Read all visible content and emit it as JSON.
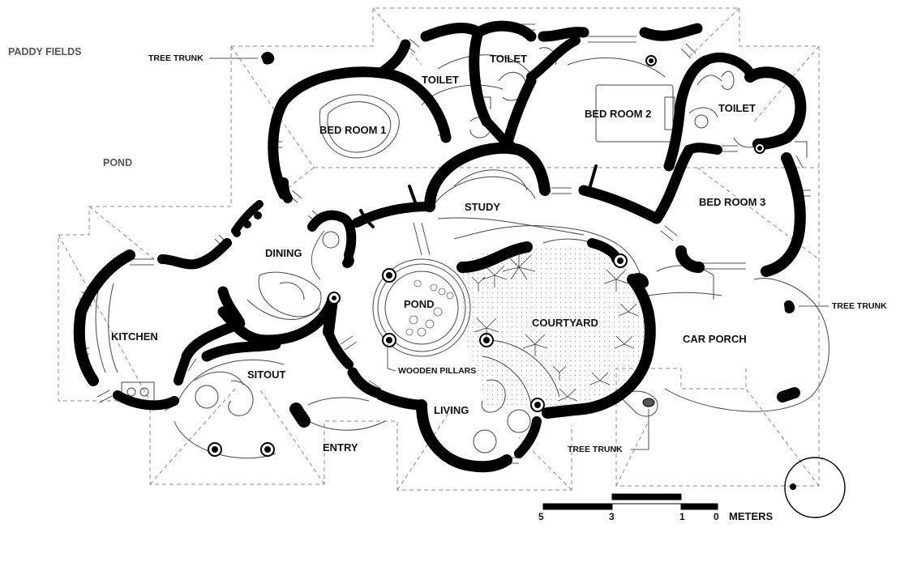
{
  "site": {
    "paddy_fields": "PADDY FIELDS",
    "pond_outside": "POND"
  },
  "rooms": {
    "bed_room_1": "BED ROOM 1",
    "toilet_1": "TOILET",
    "toilet_2": "TOILET",
    "bed_room_2": "BED ROOM 2",
    "toilet_3": "TOILET",
    "study": "STUDY",
    "bed_room_3": "BED ROOM 3",
    "dining": "DINING",
    "kitchen": "KITCHEN",
    "sitout": "SITOUT",
    "pond_inner": "POND",
    "courtyard": "COURTYARD",
    "car_porch": "CAR PORCH",
    "living": "LIVING",
    "entry": "ENTRY"
  },
  "annotations": {
    "tree_trunk_1": "TREE TRUNK",
    "tree_trunk_2": "TREE TRUNK",
    "tree_trunk_3": "TREE TRUNK",
    "wooden_pillars": "WOODEN PILLARS"
  },
  "scale_bar": {
    "ticks": [
      "5",
      "3",
      "1",
      "0"
    ],
    "unit": "METERS"
  },
  "colors": {
    "wall": "#000000",
    "line": "#444444",
    "dashed": "#8a8a8a",
    "background": "#ffffff"
  }
}
